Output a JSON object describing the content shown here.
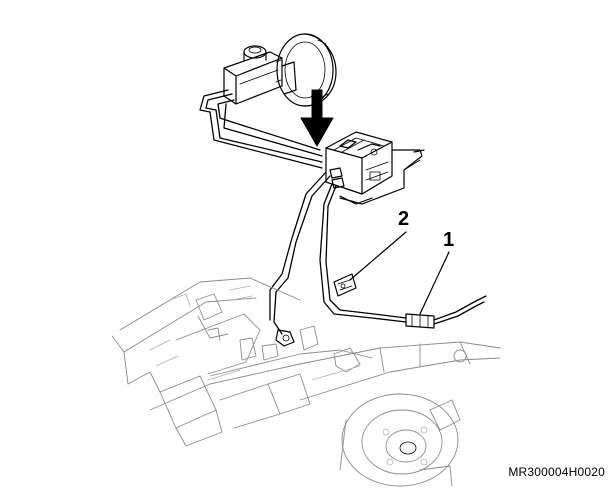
{
  "callouts": [
    {
      "id": "callout-1",
      "label": "1"
    },
    {
      "id": "callout-2",
      "label": "2"
    }
  ],
  "reference_code": "MR300004H0020",
  "icons": [
    "down-arrow-icon"
  ],
  "colors": {
    "line": "#000000",
    "frame": "#8a8a8a",
    "background": "#ffffff"
  }
}
